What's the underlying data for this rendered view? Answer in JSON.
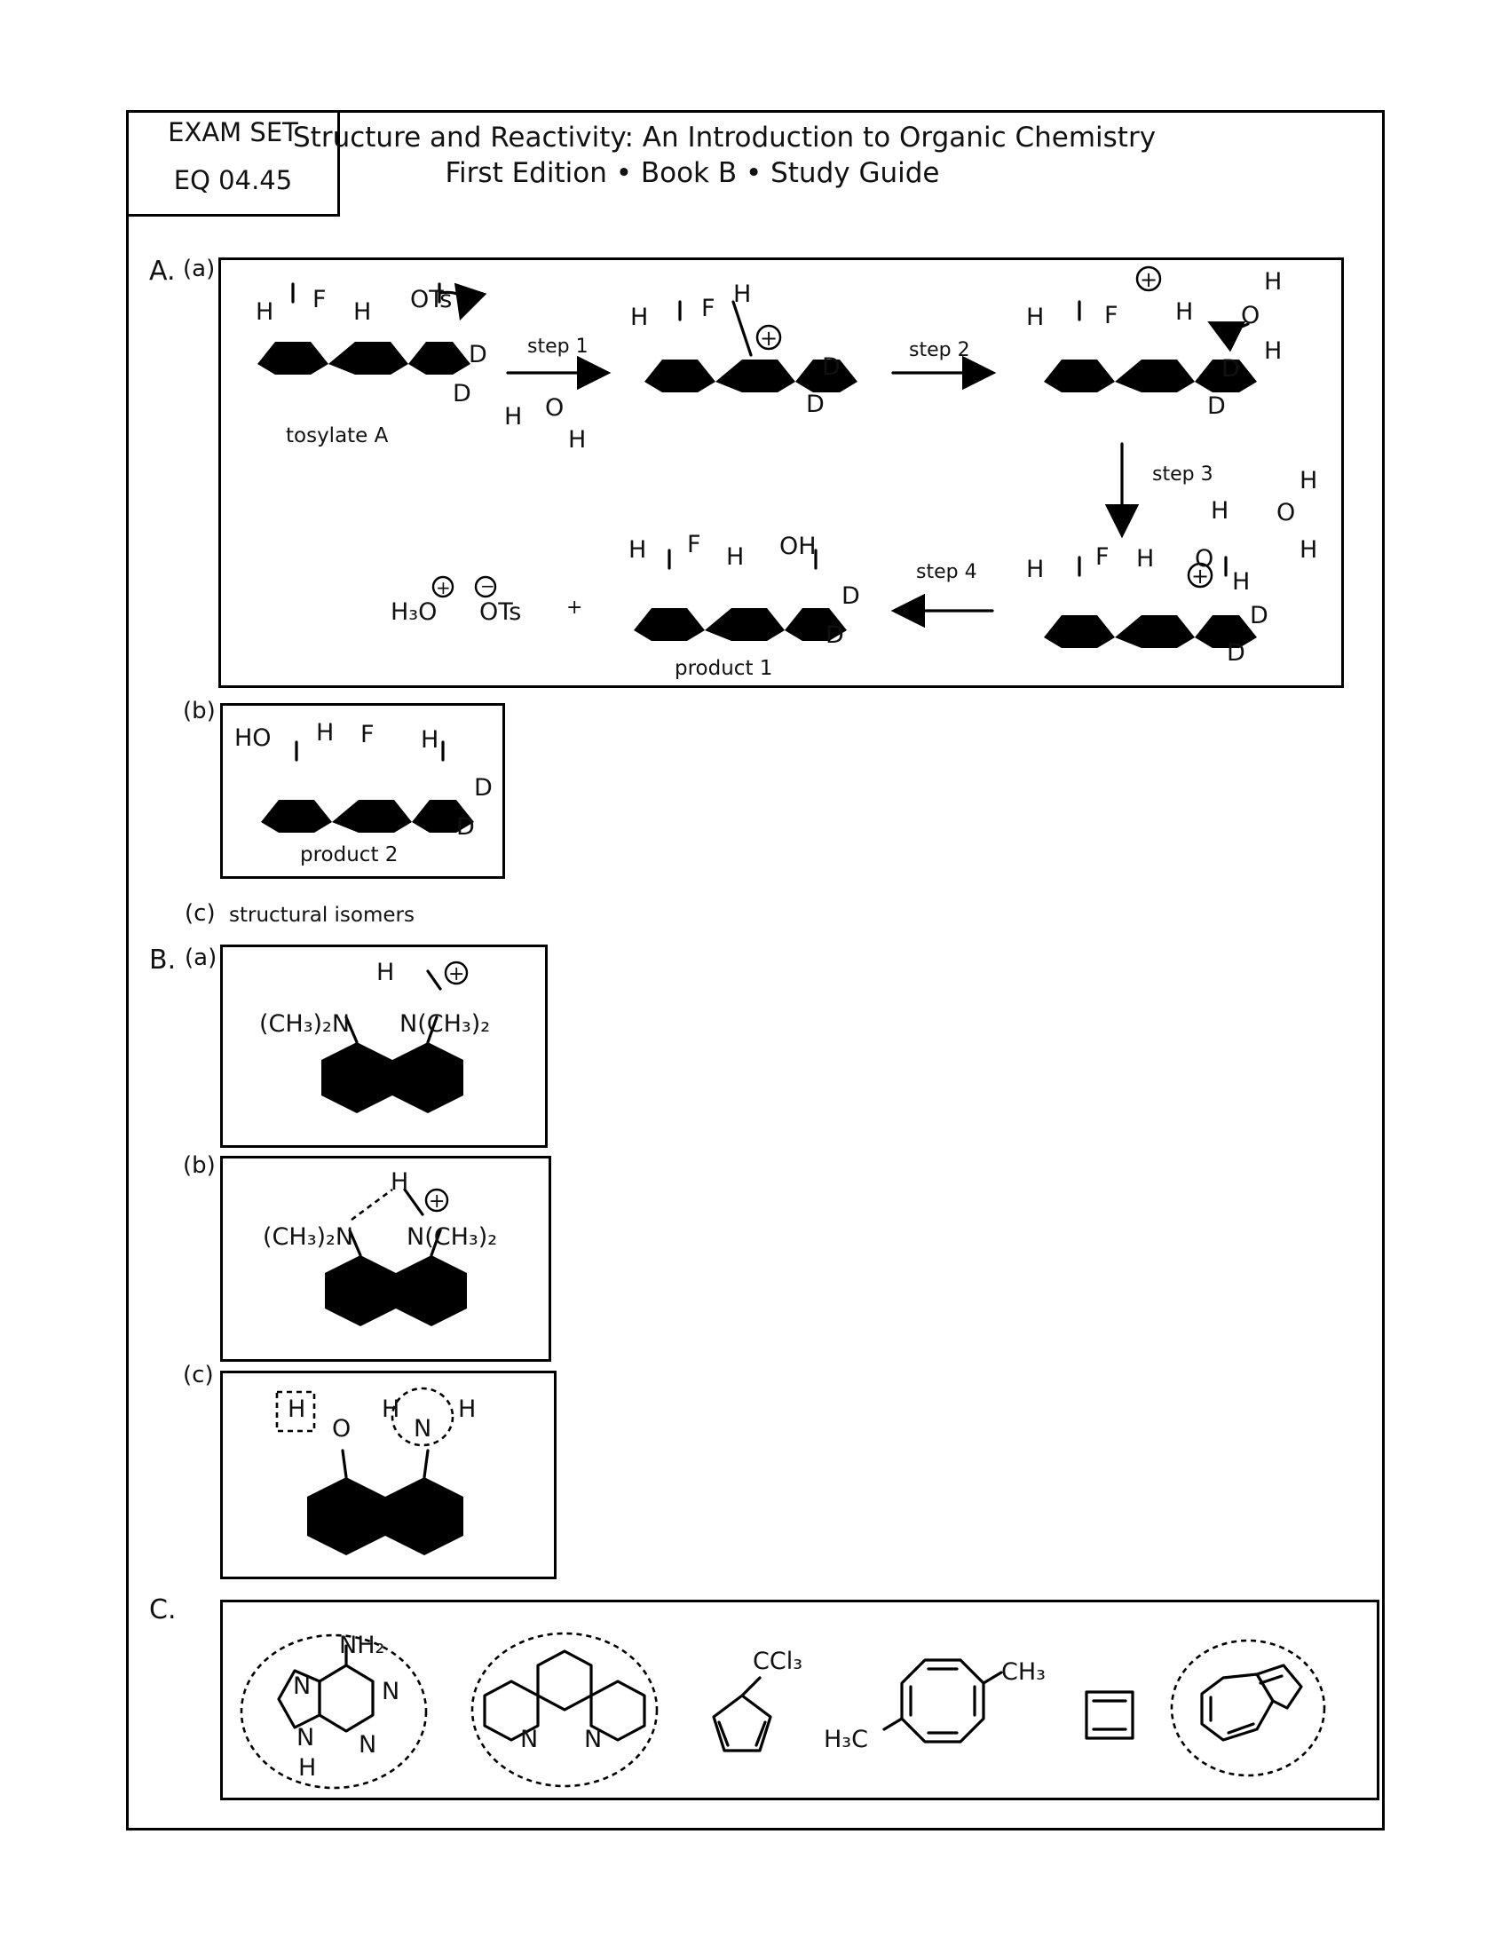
{
  "header": {
    "exam_set_label": "EXAM SET",
    "exam_code": "EQ 04.45",
    "title_line1": "Structure and Reactivity: An Introduction to Organic Chemistry",
    "title_line2": "First Edition • Book B • Study Guide"
  },
  "sectionA": {
    "label": "A.",
    "part_a_label": "(a)",
    "part_b_label": "(b)",
    "part_c_label": "(c)",
    "step1": "step 1",
    "step2": "step 2",
    "step3": "step 3",
    "step4": "step 4",
    "tosylate_label": "tosylate A",
    "product1_label": "product 1",
    "product2_label": "product 2",
    "byproduct_h3o": "H₃O",
    "byproduct_ots": "OTs",
    "plus": "+",
    "part_c_answer": "structural isomers",
    "atoms": {
      "H": "H",
      "F": "F",
      "O": "O",
      "OTs": "OTs",
      "D": "D",
      "OH": "OH",
      "HO": "HO"
    }
  },
  "sectionB": {
    "label": "B.",
    "part_a_label": "(a)",
    "part_b_label": "(b)",
    "part_c_label": "(c)",
    "left_amine": "(CH₃)₂N",
    "right_amine": "N(CH₃)₂",
    "atoms": {
      "H": "H",
      "O": "O",
      "N": "N"
    }
  },
  "sectionC": {
    "label": "C.",
    "atoms": {
      "NH2": "NH₂",
      "N": "N",
      "H": "H",
      "CCl3": "CCl₃",
      "CH3": "CH₃",
      "H3C": "H₃C"
    }
  },
  "colors": {
    "ink": "#000000",
    "background": "#ffffff"
  }
}
